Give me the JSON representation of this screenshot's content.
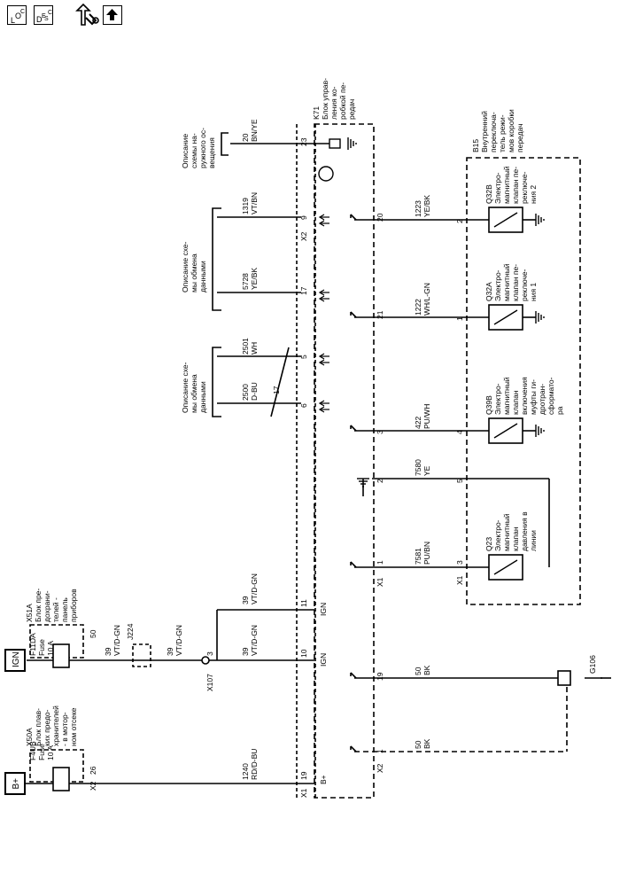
{
  "toolbar": {
    "loc_icon": "location-icon",
    "desc_icon": "description-icon",
    "nav_icon": "navigate-icon",
    "up_icon": "up-arrow-icon"
  },
  "power": {
    "b_plus": "B+",
    "ign": "IGN"
  },
  "fuses": {
    "x50a": {
      "title": [
        "X50A",
        "Блок плав-",
        "ких предо-",
        "хранителей",
        "- в мотор-",
        "ном отсеке"
      ],
      "fuse_id": "F4UB",
      "fuse_word": "Fuse",
      "rating": "10 A",
      "pin": "26",
      "conn": "X2"
    },
    "x51a": {
      "title": [
        "X51A",
        "Блок пре-",
        "дохрани-",
        "телей -",
        "панель",
        "приборов"
      ],
      "fuse_id": "F11DA",
      "fuse_word": "Fuse",
      "rating": "10 A",
      "pin": "50"
    }
  },
  "splices": {
    "j224": "J224",
    "x107": "X107",
    "x107_pin": "3"
  },
  "wires": {
    "w1240": {
      "num": "1240",
      "color": "RD/D-BU"
    },
    "w39a": {
      "num": "39",
      "color": "VT/D-GN"
    },
    "w39b": {
      "num": "39",
      "color": "VT/D-GN"
    },
    "w39c": {
      "num": "39",
      "color": "VT/D-GN"
    },
    "w39d": {
      "num": "39",
      "color": "VT/D-GN"
    },
    "w20": {
      "num": "20",
      "color": "BN/YE"
    },
    "w1319": {
      "num": "1319",
      "color": "VT/BN"
    },
    "w5728": {
      "num": "5728",
      "color": "YE/BK"
    },
    "w2501": {
      "num": "2501",
      "color": "WH"
    },
    "w2500": {
      "num": "2500",
      "color": "D-BU"
    },
    "w1223": {
      "num": "1223",
      "color": "YE/BK"
    },
    "w1222": {
      "num": "1222",
      "color": "WH/L-GN"
    },
    "w422": {
      "num": "422",
      "color": "PU/WH"
    },
    "w7580": {
      "num": "7580",
      "color": "YE"
    },
    "w7581": {
      "num": "7581",
      "color": "PU/BN"
    },
    "w50a": {
      "num": "50",
      "color": "BK"
    },
    "w50b": {
      "num": "50",
      "color": "BK"
    }
  },
  "k71": {
    "title": [
      "K71",
      "Блок управ-",
      "ления ко-",
      "робкой пе-",
      "редач"
    ],
    "pins": {
      "b_plus": "B+",
      "ign10": "IGN",
      "ign11": "IGN",
      "p19": "19",
      "p10": "10",
      "p11": "11",
      "p6": "6",
      "p5": "5",
      "p17": "17",
      "p9": "9",
      "p23": "23"
    },
    "conn_x1": "X1",
    "conn_x2": "X2"
  },
  "x1_pins": {
    "p1": "1",
    "p2": "2",
    "p3": "3",
    "p21": "21",
    "p20": "20",
    "conn": "X1"
  },
  "x2_pins": {
    "p1": "1",
    "p19": "19",
    "conn": "X2"
  },
  "b15": {
    "title": [
      "B15",
      "Внутренний",
      "переключа-",
      "тель режи-",
      "мов коробки",
      "передач"
    ],
    "pins": {
      "p3": "3",
      "p5": "5",
      "p4": "4",
      "p1": "1",
      "p2": "2"
    },
    "conn": "X1"
  },
  "solenoids": {
    "q23": [
      "Q23",
      "Электро-",
      "магнитный",
      "клапан",
      "давления в",
      "линии"
    ],
    "q39b": [
      "Q39B",
      "Электро-",
      "магнитный",
      "клапан",
      "включения",
      "муфты ги-",
      "дротран-",
      "сформато-",
      "ра"
    ],
    "q32a": [
      "Q32A",
      "Электро-",
      "магнитный",
      "клапан пе-",
      "реключе-",
      "ния 1"
    ],
    "q32b": [
      "Q32B",
      "Электро-",
      "магнитный",
      "клапан пе-",
      "реключе-",
      "ния 2"
    ]
  },
  "descriptions": {
    "outdoor": [
      "Описание",
      "схемы на-",
      "ружного ос-",
      "вещения"
    ],
    "data1": [
      "Описание схе-",
      "мы обмена",
      "данными"
    ],
    "data2": [
      "Описание схе-",
      "мы обмена",
      "данными"
    ]
  },
  "twisted_pair": "17",
  "ground": {
    "g106": "G106"
  }
}
